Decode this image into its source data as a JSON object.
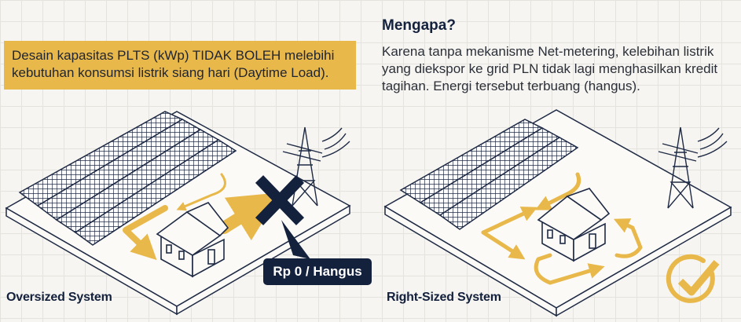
{
  "callout": {
    "text": "Desain kapasitas PLTS (kWp) TIDAK BOLEH melebihi kebutuhan konsumsi listrik siang hari (Daytime Load)."
  },
  "explanation": {
    "title": "Mengapa?",
    "body": "Karena tanpa mekanisme Net-metering, kelebihan listrik yang diekspor ke grid PLN tidak lagi menghasilkan kredit tagihan. Energi tersebut terbuang (hangus)."
  },
  "scenes": [
    {
      "label": "Oversized System",
      "badge": "Rp 0 / Hangus",
      "status_icon": "cross-icon"
    },
    {
      "label": "Right-Sized System",
      "status_icon": "check-circle-icon"
    }
  ],
  "colors": {
    "accent": "#e8b84a",
    "navy": "#14213d",
    "background": "#f6f5f1"
  }
}
